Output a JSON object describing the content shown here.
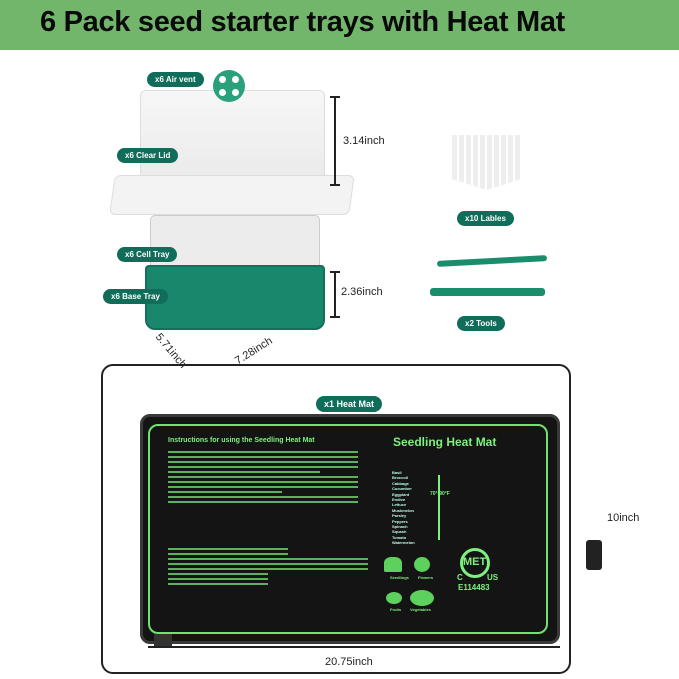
{
  "title": "6 Pack seed starter trays with Heat Mat",
  "colors": {
    "banner": "#72b66c",
    "label_pill": "#0f6d5a",
    "tray_green": "#18876b",
    "mat_text": "#7ef07e"
  },
  "kit": {
    "air_vent": "x6 Air vent",
    "clear_lid": "x6 Clear Lid",
    "cell_tray": "x6 Cell Tray",
    "base_tray": "x6 Base Tray",
    "labels": "x10 Lables",
    "tools": "x2 Tools",
    "heat_mat": "x1 Heat Mat"
  },
  "dimensions": {
    "lid_height": "3.14inch",
    "tray_height": "2.36inch",
    "tray_width": "5.71inch",
    "tray_length": "7.28inch",
    "mat_height": "10inch",
    "mat_length": "20.75inch"
  },
  "mat": {
    "instructions_title": "Instructions for using the Seedling Heat Mat",
    "brand_title": "Seedling Heat Mat",
    "crops": [
      "Basil",
      "Broccoli",
      "Cabbage",
      "Cucumber",
      "Eggplant",
      "Endive",
      "Lettuce",
      "Muskmelon",
      "Parsley",
      "Peppers",
      "Spinach",
      "Squash",
      "Tomato",
      "Watermelon"
    ],
    "temp_range": "70°-90°F",
    "icons": [
      "Seedlings",
      "Flowers",
      "Fruits",
      "Vegetables"
    ],
    "cert_mark": "MET",
    "cert_c": "C",
    "cert_us": "US",
    "cert_number": "E114483"
  }
}
